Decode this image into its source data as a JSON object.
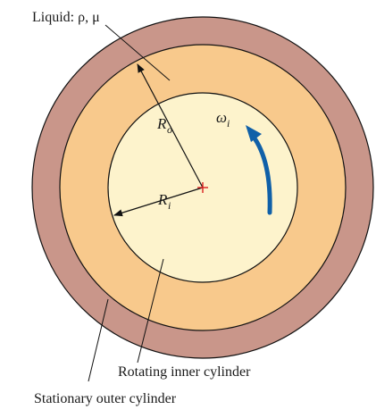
{
  "labels": {
    "liquid": "Liquid: ρ, μ",
    "rotating_inner": "Rotating inner cylinder",
    "stationary_outer": "Stationary outer cylinder"
  },
  "symbols": {
    "outer_radius": {
      "base": "R",
      "sub": "o"
    },
    "inner_radius": {
      "base": "R",
      "sub": "i"
    },
    "angular_velocity": {
      "base": "ω",
      "sub": "i"
    }
  },
  "colors": {
    "outer_wall": "#c9968a",
    "liquid": "#f8c98c",
    "inner_cylinder": "#fdf3cc",
    "rotation_arrow": "#1060a8",
    "center_mark": "#d81e1e",
    "lines": "#111111"
  }
}
